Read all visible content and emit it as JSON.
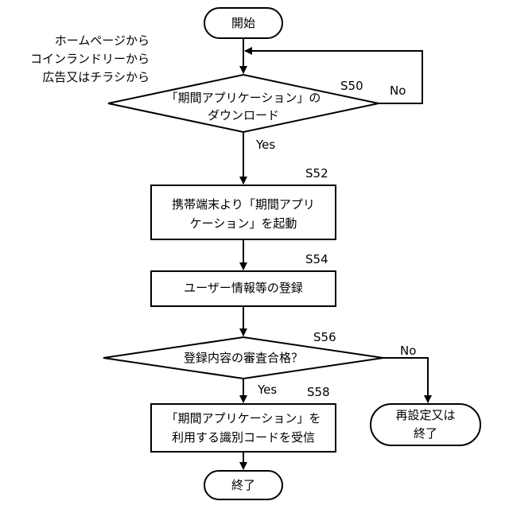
{
  "start": "開始",
  "end": "終了",
  "source_note": [
    "ホームページから",
    "コインランドリーから",
    "広告又はチラシから"
  ],
  "steps": {
    "s50": {
      "id": "S50",
      "text": [
        "「期間アプリケーション」の",
        "ダウンロード"
      ],
      "yes": "Yes",
      "no": "No"
    },
    "s52": {
      "id": "S52",
      "text": [
        "携帯端末より「期間アプリ",
        "ケーション」を起動"
      ]
    },
    "s54": {
      "id": "S54",
      "text": "ユーザー情報等の登録"
    },
    "s56": {
      "id": "S56",
      "text": "登録内容の審査合格？",
      "yes": "Yes",
      "no": "No"
    },
    "s58": {
      "id": "S58",
      "text": [
        "「期間アプリケーション」を",
        "利用する識別コードを受信"
      ]
    },
    "redo": {
      "text": [
        "再設定又は",
        "終了"
      ]
    }
  }
}
